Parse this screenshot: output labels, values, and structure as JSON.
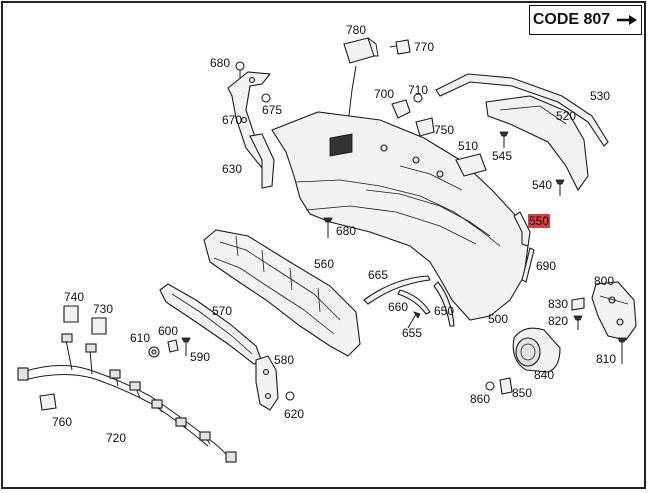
{
  "header": {
    "code_label": "CODE 807",
    "arrow_icon": "arrow-right-icon"
  },
  "highlight_color": "#e23a3a",
  "labels": [
    {
      "id": "780",
      "text": "780"
    },
    {
      "id": "770",
      "text": "770"
    },
    {
      "id": "680a",
      "text": "680"
    },
    {
      "id": "675",
      "text": "675"
    },
    {
      "id": "670",
      "text": "670"
    },
    {
      "id": "630",
      "text": "630"
    },
    {
      "id": "700",
      "text": "700"
    },
    {
      "id": "710",
      "text": "710"
    },
    {
      "id": "750",
      "text": "750"
    },
    {
      "id": "510",
      "text": "510"
    },
    {
      "id": "545",
      "text": "545"
    },
    {
      "id": "530",
      "text": "530"
    },
    {
      "id": "520",
      "text": "520"
    },
    {
      "id": "540",
      "text": "540"
    },
    {
      "id": "550",
      "text": "550",
      "highlighted": true
    },
    {
      "id": "680b",
      "text": "680"
    },
    {
      "id": "690",
      "text": "690"
    },
    {
      "id": "560",
      "text": "560"
    },
    {
      "id": "665",
      "text": "665"
    },
    {
      "id": "660",
      "text": "660"
    },
    {
      "id": "650",
      "text": "650"
    },
    {
      "id": "655",
      "text": "655"
    },
    {
      "id": "500",
      "text": "500"
    },
    {
      "id": "800",
      "text": "800"
    },
    {
      "id": "830",
      "text": "830"
    },
    {
      "id": "820",
      "text": "820"
    },
    {
      "id": "810",
      "text": "810"
    },
    {
      "id": "840",
      "text": "840"
    },
    {
      "id": "850",
      "text": "850"
    },
    {
      "id": "860",
      "text": "860"
    },
    {
      "id": "740",
      "text": "740"
    },
    {
      "id": "730",
      "text": "730"
    },
    {
      "id": "610",
      "text": "610"
    },
    {
      "id": "600",
      "text": "600"
    },
    {
      "id": "590",
      "text": "590"
    },
    {
      "id": "570",
      "text": "570"
    },
    {
      "id": "580",
      "text": "580"
    },
    {
      "id": "620",
      "text": "620"
    },
    {
      "id": "760",
      "text": "760"
    },
    {
      "id": "720",
      "text": "720"
    }
  ]
}
